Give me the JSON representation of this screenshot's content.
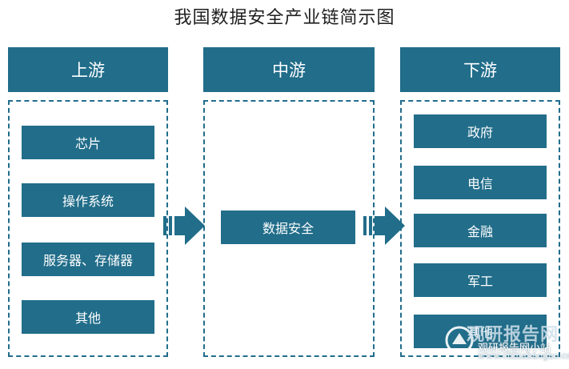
{
  "title": "我国数据安全产业链简示图",
  "colors": {
    "primary": "#216d8a",
    "text": "#1f1f1f"
  },
  "columns": {
    "upstream": {
      "header": "上游",
      "items": [
        "芯片",
        "操作系统",
        "服务器、存储器",
        "其他"
      ]
    },
    "midstream": {
      "header": "中游",
      "items": [
        "数据安全"
      ]
    },
    "downstream": {
      "header": "下游",
      "items": [
        "政府",
        "电信",
        "金融",
        "军工",
        "其他"
      ]
    }
  },
  "watermark": {
    "brand": "观研报告网",
    "site_name": "观研报告网小站",
    "url": "www.chinabaogao.com"
  }
}
